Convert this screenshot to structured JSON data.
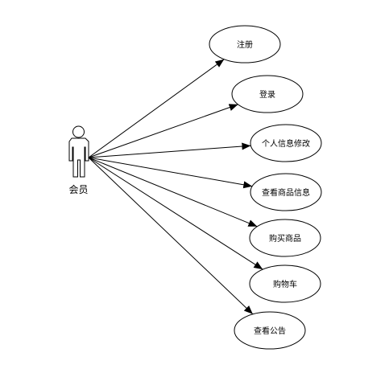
{
  "actor": {
    "label": "会员"
  },
  "use_cases": [
    {
      "label": "注册"
    },
    {
      "label": "登录"
    },
    {
      "label": "个人信息修改"
    },
    {
      "label": "查看商品信息"
    },
    {
      "label": "购买商品"
    },
    {
      "label": "购物车"
    },
    {
      "label": "查看公告"
    }
  ],
  "colors": {
    "stroke": "#000000",
    "fill": "#ffffff"
  }
}
